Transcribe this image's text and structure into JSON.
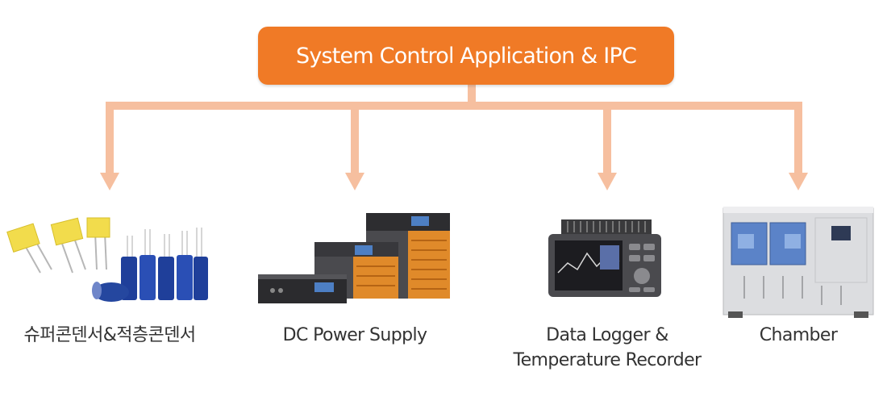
{
  "root": {
    "label": "System Control Application & IPC"
  },
  "targets": [
    {
      "label": "슈퍼콘덴서&적층콘덴서",
      "image": "capacitors"
    },
    {
      "label": "DC Power Supply",
      "image": "dc-power-supply"
    },
    {
      "label_line1": "Data Logger &",
      "label_line2": "Temperature Recorder",
      "image": "data-logger"
    },
    {
      "label": "Chamber",
      "image": "environmental-chamber"
    }
  ],
  "colors": {
    "accent": "#f07a26",
    "connector": "#f6bf9f"
  }
}
